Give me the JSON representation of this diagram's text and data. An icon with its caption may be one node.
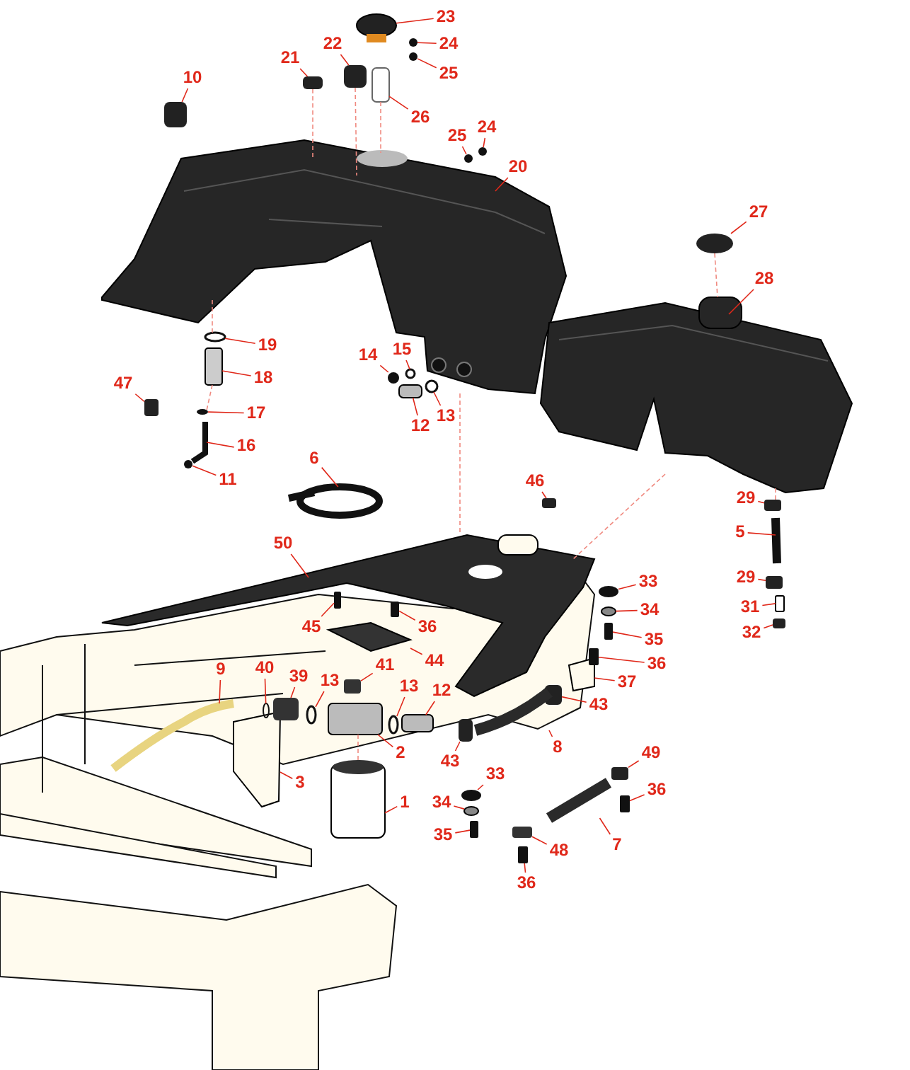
{
  "diagram": {
    "nodes": [
      {
        "text": [
          "23"
        ]
      },
      {
        "text": [
          "24"
        ]
      },
      {
        "text": [
          "25"
        ]
      },
      {
        "text": [
          "21"
        ]
      },
      {
        "text": [
          "22"
        ]
      },
      {
        "text": [
          "26"
        ]
      },
      {
        "text": [
          "10"
        ]
      },
      {
        "text": [
          "25"
        ]
      },
      {
        "text": [
          "24"
        ]
      },
      {
        "text": [
          "20"
        ]
      },
      {
        "text": [
          "27"
        ]
      },
      {
        "text": [
          "28"
        ]
      },
      {
        "text": [
          "19"
        ]
      },
      {
        "text": [
          "18"
        ]
      },
      {
        "text": [
          "47"
        ]
      },
      {
        "text": [
          "17"
        ]
      },
      {
        "text": [
          "16"
        ]
      },
      {
        "text": [
          "11"
        ]
      },
      {
        "text": [
          "15"
        ]
      },
      {
        "text": [
          "14"
        ]
      },
      {
        "text": [
          "12"
        ]
      },
      {
        "text": [
          "13"
        ]
      },
      {
        "text": [
          "6"
        ]
      },
      {
        "text": [
          "46"
        ]
      },
      {
        "text": [
          "29"
        ]
      },
      {
        "text": [
          "5"
        ]
      },
      {
        "text": [
          "29"
        ]
      },
      {
        "text": [
          "31"
        ]
      },
      {
        "text": [
          "32"
        ]
      },
      {
        "text": [
          "50"
        ]
      },
      {
        "text": [
          "33"
        ]
      },
      {
        "text": [
          "34"
        ]
      },
      {
        "text": [
          "35"
        ]
      },
      {
        "text": [
          "36"
        ]
      },
      {
        "text": [
          "45"
        ]
      },
      {
        "text": [
          "36"
        ]
      },
      {
        "text": [
          "44"
        ]
      },
      {
        "text": [
          "37"
        ]
      },
      {
        "text": [
          "43"
        ]
      },
      {
        "text": [
          "9"
        ]
      },
      {
        "text": [
          "40"
        ]
      },
      {
        "text": [
          "39"
        ]
      },
      {
        "text": [
          "13"
        ]
      },
      {
        "text": [
          "41"
        ]
      },
      {
        "text": [
          "13"
        ]
      },
      {
        "text": [
          "12"
        ]
      },
      {
        "text": [
          "8"
        ]
      },
      {
        "text": [
          "43"
        ]
      },
      {
        "text": [
          "2"
        ]
      },
      {
        "text": [
          "3"
        ]
      },
      {
        "text": [
          "33"
        ]
      },
      {
        "text": [
          "49"
        ]
      },
      {
        "text": [
          "36"
        ]
      },
      {
        "text": [
          "1"
        ]
      },
      {
        "text": [
          "34"
        ]
      },
      {
        "text": [
          "7"
        ]
      },
      {
        "text": [
          "35"
        ]
      },
      {
        "text": [
          "48"
        ]
      },
      {
        "text": [
          "36"
        ]
      },
      {
        "text": [],
        "shape": "cylinder"
      },
      {
        "text": [],
        "shape": "circle"
      },
      {
        "text": [],
        "shape": "circle"
      },
      {
        "text": [],
        "shape": "box"
      },
      {
        "text": [],
        "shape": "box"
      },
      {
        "text": [],
        "shape": "box"
      },
      {
        "text": [],
        "shape": "box"
      },
      {
        "text": [],
        "shape": "circle"
      },
      {
        "text": [],
        "shape": "circle"
      },
      {
        "text": [],
        "shape": "picture"
      },
      {
        "text": [],
        "shape": "circle"
      },
      {
        "text": [],
        "shape": "picture"
      },
      {
        "text": [],
        "shape": "circle"
      },
      {
        "text": [],
        "shape": "box"
      },
      {
        "text": [],
        "shape": "box"
      },
      {
        "text": [],
        "shape": "circle"
      },
      {
        "text": [],
        "shape": "line"
      },
      {
        "text": [],
        "shape": "circle"
      },
      {
        "text": [],
        "shape": "circle"
      },
      {
        "text": [],
        "shape": "circle"
      },
      {
        "text": [],
        "shape": "box"
      },
      {
        "text": [],
        "shape": "circle"
      },
      {
        "text": [],
        "shape": "circle"
      },
      {
        "text": [],
        "shape": "box"
      },
      {
        "text": [],
        "shape": "box"
      },
      {
        "text": [],
        "shape": "bar"
      },
      {
        "text": [],
        "shape": "box"
      },
      {
        "text": [],
        "shape": "box"
      },
      {
        "text": [],
        "shape": "box"
      },
      {
        "text": [],
        "shape": "picture"
      },
      {
        "text": [],
        "shape": "circle"
      },
      {
        "text": [],
        "shape": "circle"
      },
      {
        "text": [],
        "shape": "box"
      },
      {
        "text": [],
        "shape": "box"
      },
      {
        "text": [],
        "shape": "box"
      },
      {
        "text": [],
        "shape": "box"
      },
      {
        "text": [],
        "shape": "polygon"
      },
      {
        "text": [],
        "shape": "polygon"
      },
      {
        "text": [],
        "shape": "box"
      },
      {
        "text": [],
        "shape": "line"
      },
      {
        "text": [],
        "shape": "circle"
      },
      {
        "text": [],
        "shape": "box"
      },
      {
        "text": [],
        "shape": "circle"
      },
      {
        "text": [],
        "shape": "box"
      },
      {
        "text": [],
        "shape": "circle"
      },
      {
        "text": [],
        "shape": "box"
      },
      {
        "text": [],
        "shape": "line"
      },
      {
        "text": [],
        "shape": "box"
      },
      {
        "text": [],
        "shape": "box"
      },
      {
        "text": [],
        "shape": "polygon"
      },
      {
        "text": [],
        "shape": "circle"
      },
      {
        "text": [],
        "shape": "box"
      },
      {
        "text": [],
        "shape": "box"
      },
      {
        "text": [],
        "shape": "cylinder"
      },
      {
        "text": [],
        "shape": "circle"
      },
      {
        "text": [],
        "shape": "bar"
      },
      {
        "text": [],
        "shape": "box"
      },
      {
        "text": [],
        "shape": "box"
      },
      {
        "text": [],
        "shape": "box"
      }
    ],
    "edges": [
      {
        "from": 0,
        "to": 59,
        "arrow": "none"
      },
      {
        "from": 1,
        "to": 60,
        "arrow": "none"
      },
      {
        "from": 2,
        "to": 61,
        "arrow": "none"
      },
      {
        "from": 3,
        "to": 62,
        "arrow": "none"
      },
      {
        "from": 4,
        "to": 63,
        "arrow": "none"
      },
      {
        "from": 5,
        "to": 64,
        "arrow": "none"
      },
      {
        "from": 6,
        "to": 65,
        "arrow": "none"
      },
      {
        "from": 7,
        "to": 66,
        "arrow": "none"
      },
      {
        "from": 8,
        "to": 67,
        "arrow": "none"
      },
      {
        "from": 9,
        "to": 68,
        "arrow": "none"
      },
      {
        "from": 10,
        "to": 69,
        "arrow": "none"
      },
      {
        "from": 11,
        "to": 70,
        "arrow": "none"
      },
      {
        "from": 12,
        "to": 71,
        "arrow": "none"
      },
      {
        "from": 13,
        "to": 72,
        "arrow": "none"
      },
      {
        "from": 14,
        "to": 73,
        "arrow": "none"
      },
      {
        "from": 15,
        "to": 74,
        "arrow": "none"
      },
      {
        "from": 16,
        "to": 75,
        "arrow": "none"
      },
      {
        "from": 17,
        "to": 76,
        "arrow": "none"
      },
      {
        "from": 18,
        "to": 77,
        "arrow": "none"
      },
      {
        "from": 19,
        "to": 78,
        "arrow": "none"
      },
      {
        "from": 20,
        "to": 79,
        "arrow": "none"
      },
      {
        "from": 21,
        "to": 80,
        "arrow": "none"
      },
      {
        "from": 22,
        "to": 81,
        "arrow": "none"
      },
      {
        "from": 23,
        "to": 82,
        "arrow": "none"
      },
      {
        "from": 24,
        "to": 83,
        "arrow": "none"
      },
      {
        "from": 25,
        "to": 84,
        "arrow": "none"
      },
      {
        "from": 26,
        "to": 85,
        "arrow": "none"
      },
      {
        "from": 27,
        "to": 86,
        "arrow": "none"
      },
      {
        "from": 28,
        "to": 87,
        "arrow": "none"
      },
      {
        "from": 29,
        "to": 88,
        "arrow": "none"
      },
      {
        "from": 30,
        "to": 89,
        "arrow": "none"
      },
      {
        "from": 31,
        "to": 90,
        "arrow": "none"
      },
      {
        "from": 32,
        "to": 91,
        "arrow": "none"
      },
      {
        "from": 33,
        "to": 92,
        "arrow": "none"
      },
      {
        "from": 34,
        "to": 93,
        "arrow": "none"
      },
      {
        "from": 35,
        "to": 94,
        "arrow": "none"
      },
      {
        "from": 36,
        "to": 95,
        "arrow": "none"
      },
      {
        "from": 37,
        "to": 96,
        "arrow": "none"
      },
      {
        "from": 38,
        "to": 97,
        "arrow": "none"
      },
      {
        "from": 39,
        "to": 98,
        "arrow": "none"
      },
      {
        "from": 40,
        "to": 99,
        "arrow": "none"
      },
      {
        "from": 41,
        "to": 100,
        "arrow": "none"
      },
      {
        "from": 42,
        "to": 101,
        "arrow": "none"
      },
      {
        "from": 43,
        "to": 102,
        "arrow": "none"
      },
      {
        "from": 44,
        "to": 103,
        "arrow": "none"
      },
      {
        "from": 45,
        "to": 104,
        "arrow": "none"
      },
      {
        "from": 46,
        "to": 105,
        "arrow": "none"
      },
      {
        "from": 47,
        "to": 106,
        "arrow": "none"
      },
      {
        "from": 48,
        "to": 107,
        "arrow": "none"
      },
      {
        "from": 49,
        "to": 108,
        "arrow": "none"
      },
      {
        "from": 50,
        "to": 109,
        "arrow": "none"
      },
      {
        "from": 51,
        "to": 110,
        "arrow": "none"
      },
      {
        "from": 52,
        "to": 111,
        "arrow": "none"
      },
      {
        "from": 53,
        "to": 112,
        "arrow": "none"
      },
      {
        "from": 54,
        "to": 113,
        "arrow": "none"
      },
      {
        "from": 55,
        "to": 114,
        "arrow": "none"
      },
      {
        "from": 56,
        "to": 115,
        "arrow": "none"
      },
      {
        "from": 57,
        "to": 116,
        "arrow": "none"
      },
      {
        "from": 58,
        "to": 117,
        "arrow": "none"
      },
      {
        "from": 62,
        "to": 68,
        "arrow": "none",
        "style": "dashed",
        "color": "#f08a80"
      },
      {
        "from": 63,
        "to": 68,
        "arrow": "none",
        "style": "dashed",
        "color": "#f08a80"
      },
      {
        "from": 64,
        "to": 68,
        "arrow": "none",
        "style": "dashed",
        "color": "#f08a80"
      },
      {
        "from": 69,
        "to": 70,
        "arrow": "none",
        "style": "dashed",
        "color": "#f08a80"
      },
      {
        "from": 68,
        "to": 71,
        "arrow": "none",
        "style": "dashed",
        "color": "#f08a80"
      },
      {
        "from": 72,
        "to": 74,
        "arrow": "none",
        "style": "dashed",
        "color": "#f08a80"
      },
      {
        "from": 68,
        "to": 88,
        "arrow": "none",
        "style": "dashed",
        "color": "#f08a80"
      },
      {
        "from": 70,
        "to": 83,
        "arrow": "none",
        "style": "dashed",
        "color": "#f08a80"
      },
      {
        "from": 70,
        "to": 88,
        "arrow": "none",
        "style": "dashed",
        "color": "#f08a80"
      },
      {
        "from": 107,
        "to": 112,
        "arrow": "none",
        "style": "dashed",
        "color": "#f08a80"
      }
    ]
  }
}
